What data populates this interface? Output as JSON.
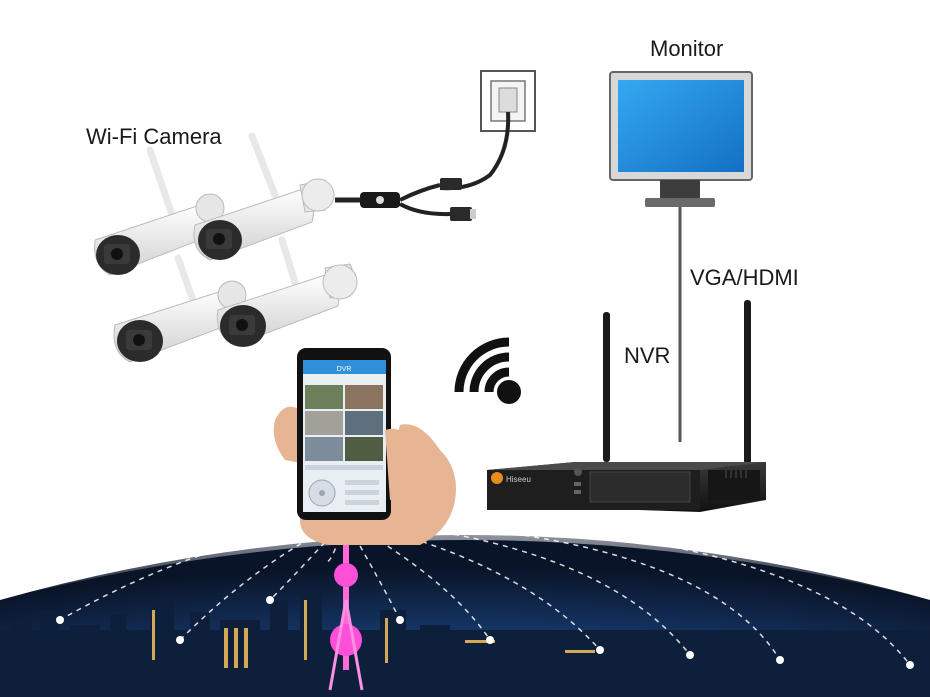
{
  "labels": {
    "monitor": "Monitor",
    "camera": "Wi-Fi Camera",
    "connection": "VGA/HDMI",
    "nvr": "NVR"
  },
  "nvr_brand": "Hiseeu",
  "phone": {
    "app_header": "DVR"
  },
  "colors": {
    "screen_blue": "#1e8fe0",
    "city_sky_dark": "#0b1a33",
    "city_glow": "#ff4fd8",
    "nvr_body": "#1c1c1c"
  },
  "icons": [
    "wifi-icon",
    "power-outlet-icon",
    "power-splitter-icon"
  ]
}
